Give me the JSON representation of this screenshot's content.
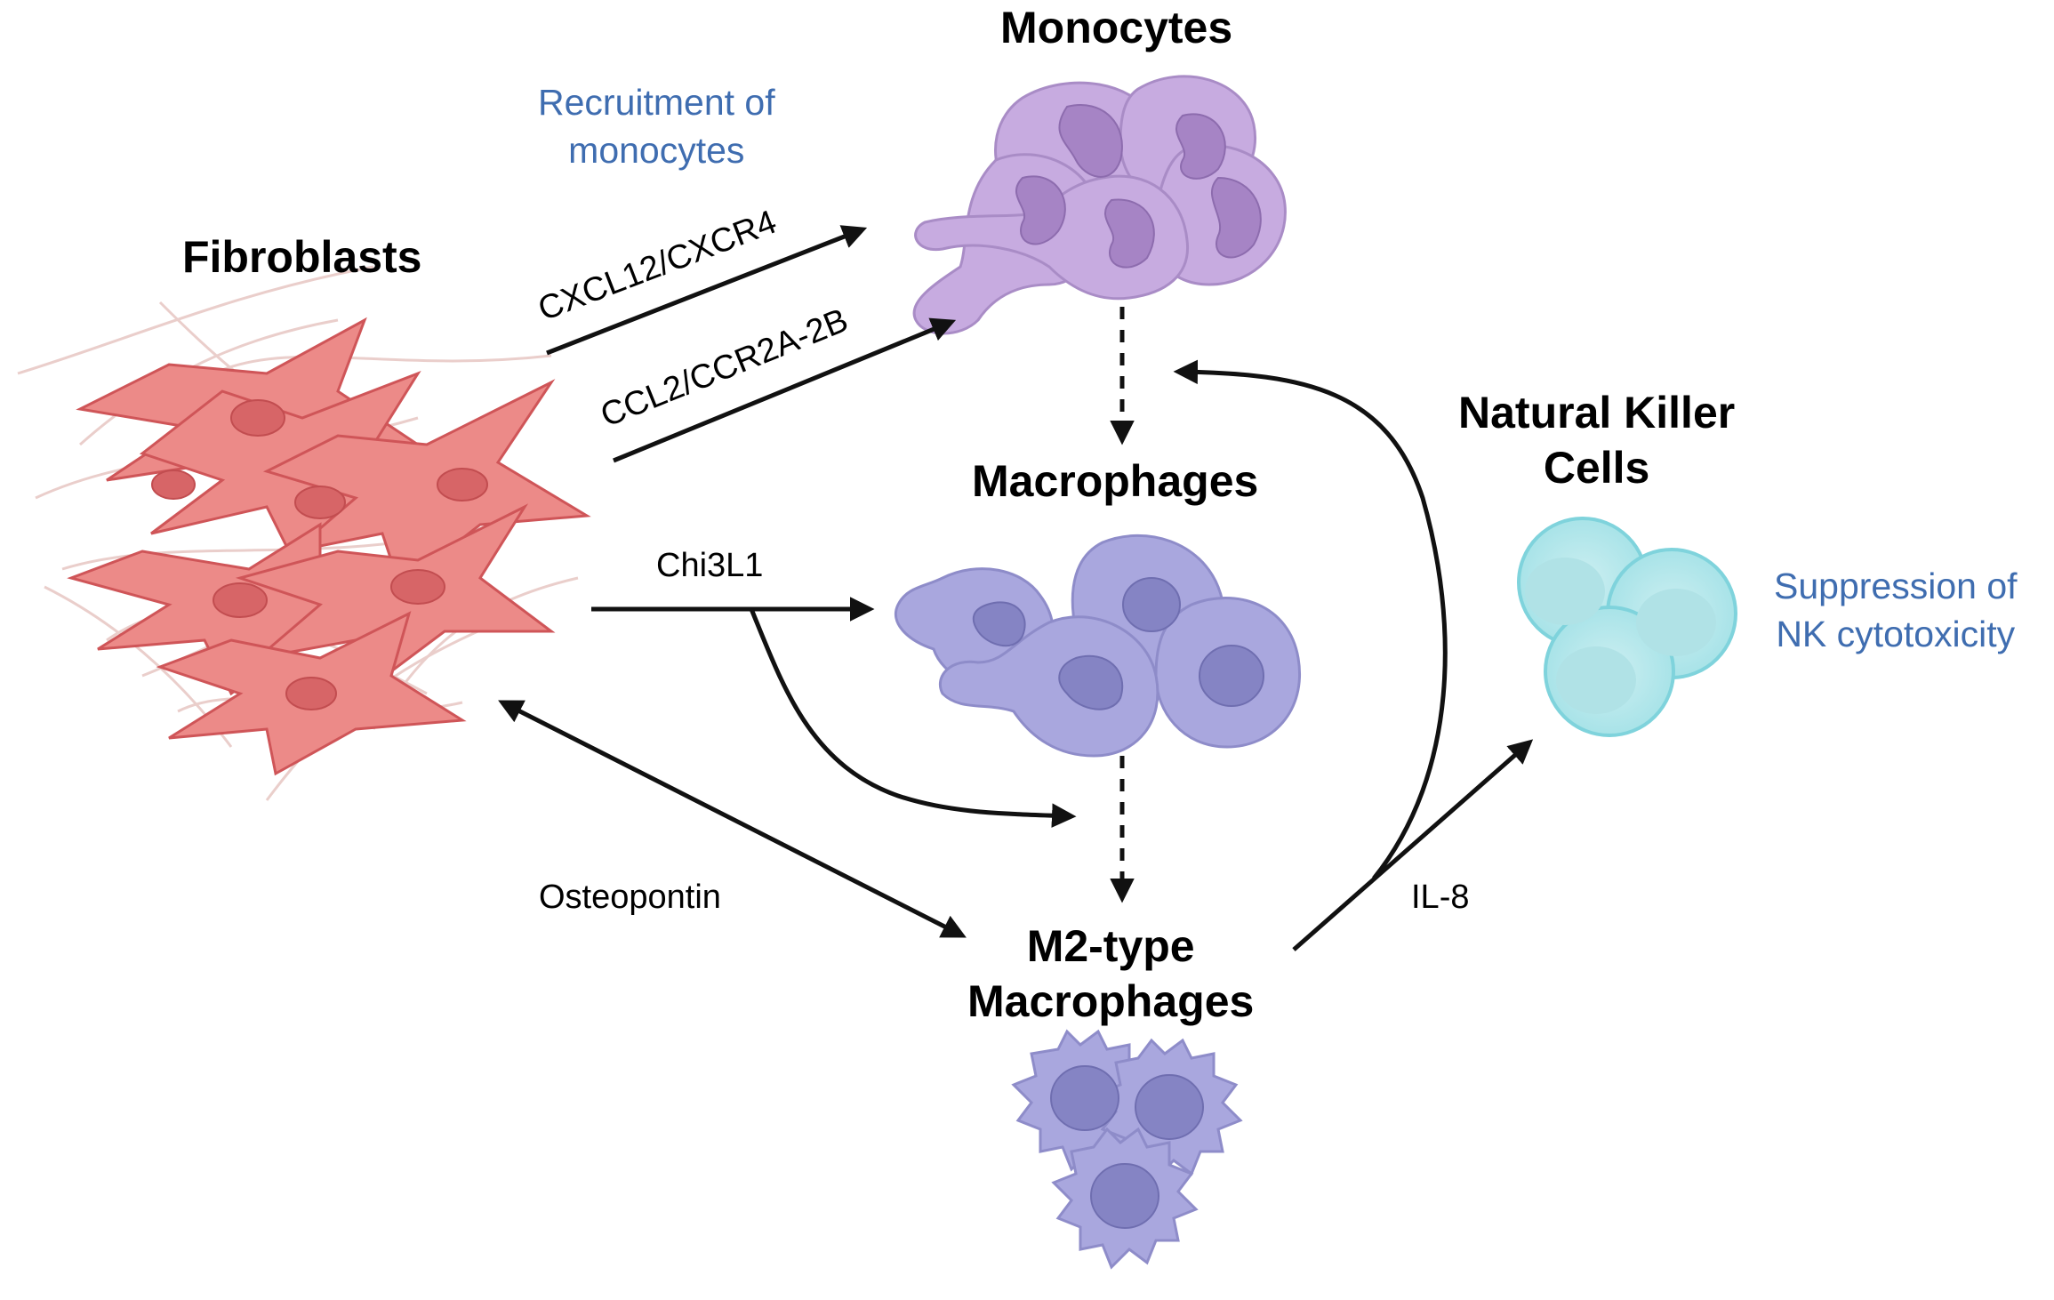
{
  "nodes": {
    "fibroblasts": "Fibroblasts",
    "monocytes": "Monocytes",
    "macrophages": "Macrophages",
    "m2_line1": "M2-type",
    "m2_line2": "Macrophages",
    "nk_line1": "Natural Killer",
    "nk_line2": "Cells"
  },
  "edges": {
    "cxcl12": "CXCL12/CXCR4",
    "ccl2": "CCL2/CCR2A-2B",
    "chi3l1": "Chi3L1",
    "osteopontin": "Osteopontin",
    "il8": "IL-8"
  },
  "effects": {
    "recruit_line1": "Recruitment of",
    "recruit_line2": "monocytes",
    "suppress_line1": "Suppression of",
    "suppress_line2": "NK cytotoxicity"
  },
  "colors": {
    "fibroblast": "#ec8a88",
    "fibroblast_nucleus": "#d76567",
    "monocyte": "#c7abe0",
    "monocyte_nucleus": "#a684c5",
    "macrophage": "#a9a7de",
    "macrophage_nucleus": "#8584c4",
    "nk_cell": "#bfecef",
    "effect_text": "#3f6db0",
    "arrow": "#111111"
  }
}
